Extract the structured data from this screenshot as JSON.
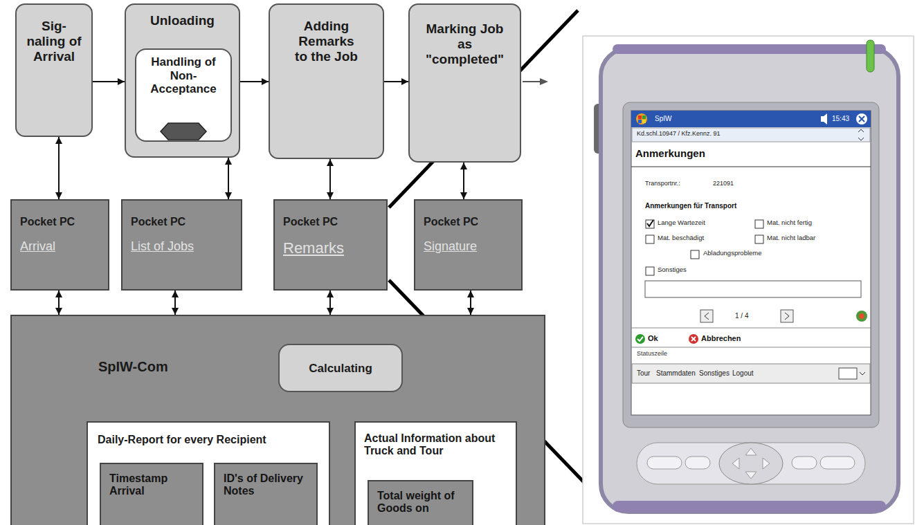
{
  "diagram": {
    "nodes": [
      {
        "text": [
          "Sig- naling of Arrival"
        ]
      },
      {
        "text": [
          "Unloading"
        ]
      },
      {
        "text": [
          "Handling of Non- Acceptance"
        ],
        "in": 1
      },
      {
        "text": [
          "Adding Remarks to the Job"
        ]
      },
      {
        "text": [
          "Marking Job as \"completed\""
        ]
      },
      {
        "text": [
          "Pocket PC",
          "Arrival"
        ]
      },
      {
        "text": [
          "Pocket PC",
          "List of Jobs"
        ]
      },
      {
        "text": [
          "Pocket PC",
          "Remarks"
        ]
      },
      {
        "text": [
          "Pocket PC",
          "Signature"
        ]
      },
      {
        "text": [
          "SpIW-Com"
        ]
      },
      {
        "text": [
          "Calculating"
        ],
        "in": 9
      },
      {
        "text": [
          "Daily-Report for every Recipient"
        ],
        "in": 9
      },
      {
        "text": [
          "Timestamp Arrival"
        ],
        "in": 11
      },
      {
        "text": [
          "ID's of Delivery Notes"
        ],
        "in": 11
      },
      {
        "text": [
          "Actual Information about Truck and Tour"
        ],
        "in": 9
      },
      {
        "text": [
          "Total weight of Goods on"
        ],
        "in": 14
      }
    ],
    "edges": [
      {
        "from": 0,
        "to": 1,
        "arrow": "to"
      },
      {
        "from": 1,
        "to": 3,
        "arrow": "to"
      },
      {
        "from": 3,
        "to": 4,
        "arrow": "to"
      },
      {
        "from": 0,
        "to": 5,
        "arrow": "both"
      },
      {
        "from": 1,
        "to": 6,
        "arrow": "both"
      },
      {
        "from": 3,
        "to": 7,
        "arrow": "both"
      },
      {
        "from": 4,
        "to": 8,
        "arrow": "both"
      },
      {
        "from": 5,
        "to": 9,
        "arrow": "both"
      },
      {
        "from": 6,
        "to": 9,
        "arrow": "both"
      },
      {
        "from": 7,
        "to": 9,
        "arrow": "both"
      },
      {
        "from": 8,
        "to": 9,
        "arrow": "both"
      },
      {
        "from": 10,
        "to": 11,
        "arrow": "to"
      },
      {
        "from": 10,
        "to": 14,
        "arrow": "to"
      }
    ],
    "labels": [
      "SpIW",
      "15:43",
      "Kd.schl.10947 / Kfz.Kennz. 91",
      "Anmerkungen",
      "Transportnr.:",
      "221091",
      "Anmerkungen für Transport",
      "Lange Wartezeit",
      "Mat. nicht fertig",
      "Mat. beschädigt",
      "Mat. nicht ladbar",
      "Abladungsprobleme",
      "Sonstiges",
      "1 / 4",
      "Ok",
      "Abbrechen",
      "Statuszeile",
      "Tour",
      "Stammdaten",
      "Sonstiges",
      "Logout"
    ]
  }
}
